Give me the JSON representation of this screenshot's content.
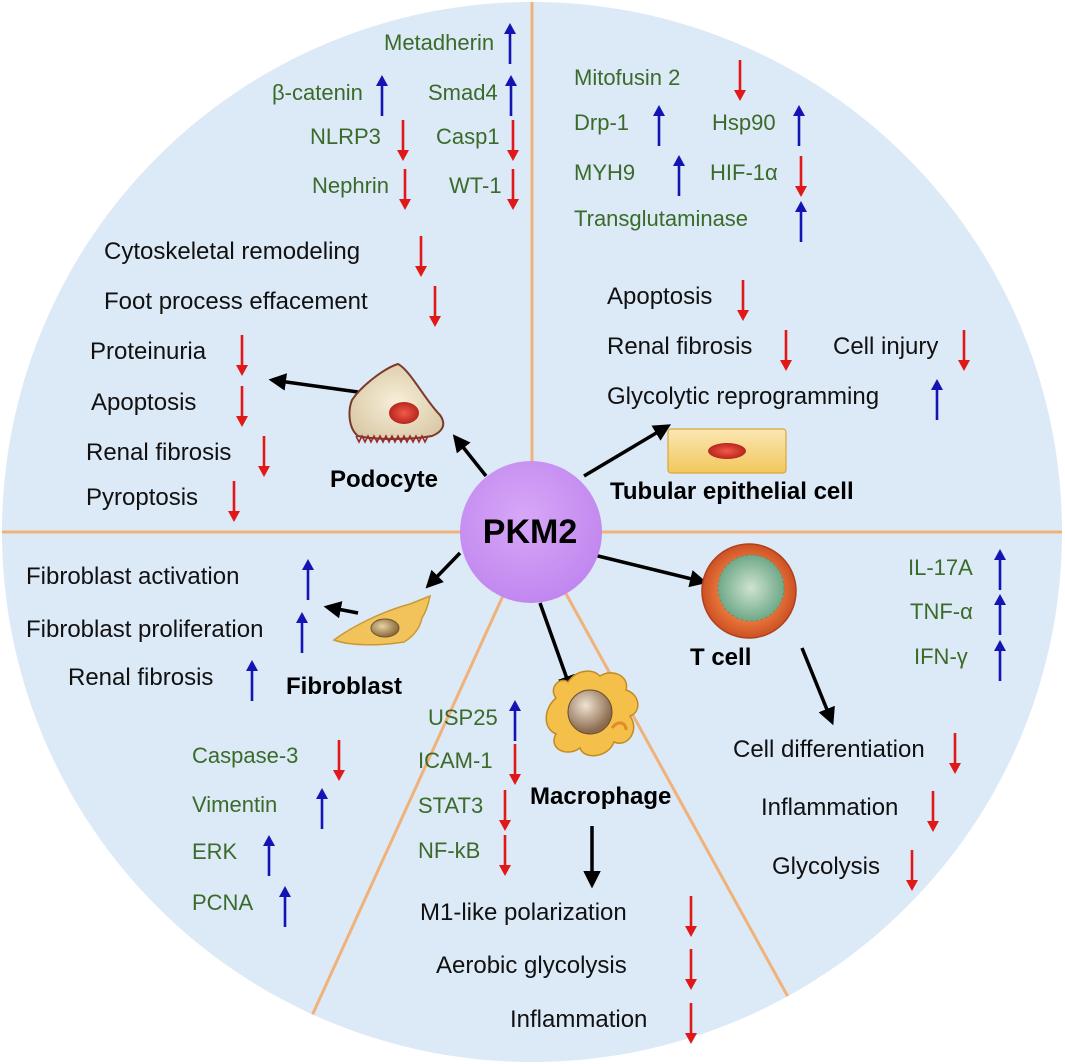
{
  "center": "PKM2",
  "colors": {
    "up": "#1414b4",
    "down": "#e01818",
    "marker": "#3b6b2a",
    "circle": "#ddeaf7",
    "divider": "#f0b27a",
    "center": "#c990f2"
  },
  "podocyte": {
    "name": "Podocyte",
    "markers": [
      {
        "label": "Metadherin",
        "dir": "up"
      },
      {
        "label": "β-catenin",
        "dir": "up"
      },
      {
        "label": "Smad4",
        "dir": "up"
      },
      {
        "label": "NLRP3",
        "dir": "down"
      },
      {
        "label": "Casp1",
        "dir": "down"
      },
      {
        "label": "Nephrin",
        "dir": "down"
      },
      {
        "label": "WT-1",
        "dir": "down"
      }
    ],
    "effects": [
      {
        "label": "Cytoskeletal remodeling",
        "dir": "down"
      },
      {
        "label": "Foot process effacement",
        "dir": "down"
      },
      {
        "label": "Proteinuria",
        "dir": "down"
      },
      {
        "label": "Apoptosis",
        "dir": "down"
      },
      {
        "label": "Renal fibrosis",
        "dir": "down"
      },
      {
        "label": "Pyroptosis",
        "dir": "down"
      }
    ]
  },
  "tubular": {
    "name": "Tubular epithelial cell",
    "markers": [
      {
        "label": "Mitofusin 2",
        "dir": "down"
      },
      {
        "label": "Drp-1",
        "dir": "up"
      },
      {
        "label": "Hsp90",
        "dir": "up"
      },
      {
        "label": "MYH9",
        "dir": "up"
      },
      {
        "label": "HIF-1α",
        "dir": "down"
      },
      {
        "label": "Transglutaminase",
        "dir": "up"
      }
    ],
    "effects": [
      {
        "label": "Apoptosis",
        "dir": "down"
      },
      {
        "label": "Renal fibrosis",
        "dir": "down"
      },
      {
        "label": "Cell injury",
        "dir": "down"
      },
      {
        "label": "Glycolytic reprogramming",
        "dir": "up"
      }
    ]
  },
  "fibroblast": {
    "name": "Fibroblast",
    "effects": [
      {
        "label": "Fibroblast activation",
        "dir": "up"
      },
      {
        "label": "Fibroblast proliferation",
        "dir": "up"
      },
      {
        "label": "Renal fibrosis",
        "dir": "up"
      }
    ],
    "markers": [
      {
        "label": "Caspase-3",
        "dir": "down"
      },
      {
        "label": "Vimentin",
        "dir": "up"
      },
      {
        "label": "ERK",
        "dir": "up"
      },
      {
        "label": "PCNA",
        "dir": "up"
      }
    ]
  },
  "macrophage": {
    "name": "Macrophage",
    "markers": [
      {
        "label": "USP25",
        "dir": "up"
      },
      {
        "label": "ICAM-1",
        "dir": "down"
      },
      {
        "label": "STAT3",
        "dir": "down"
      },
      {
        "label": "NF-kB",
        "dir": "down"
      }
    ],
    "effects": [
      {
        "label": "M1-like polarization",
        "dir": "down"
      },
      {
        "label": "Aerobic glycolysis",
        "dir": "down"
      },
      {
        "label": "Inflammation",
        "dir": "down"
      }
    ]
  },
  "tcell": {
    "name": "T cell",
    "markers": [
      {
        "label": "IL-17A",
        "dir": "up"
      },
      {
        "label": "TNF-α",
        "dir": "up"
      },
      {
        "label": "IFN-γ",
        "dir": "up"
      }
    ],
    "effects": [
      {
        "label": "Cell differentiation",
        "dir": "down"
      },
      {
        "label": "Inflammation",
        "dir": "down"
      },
      {
        "label": "Glycolysis",
        "dir": "down"
      }
    ]
  }
}
